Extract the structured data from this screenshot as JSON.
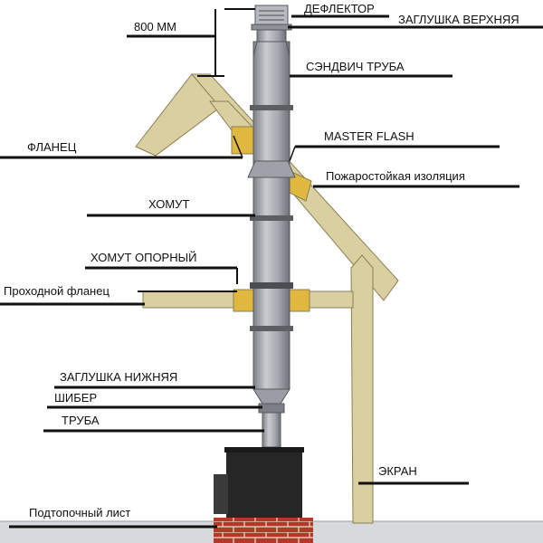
{
  "labels": {
    "mm800": "800 ММ",
    "deflector": "ДЕФЛЕКТОР",
    "cap_top": "ЗАГЛУШКА ВЕРХНЯЯ",
    "sandwich": "СЭНДВИЧ ТРУБА",
    "master_flash": "MASTER FLASH",
    "flange": "ФЛАНЕЦ",
    "fire_insulation": "Пожаростойкая изоляция",
    "clamp": "ХОМУТ",
    "support_clamp": "ХОМУТ ОПОРНЫЙ",
    "pass_flange": "Проходной фланец",
    "cap_bottom": "ЗАГЛУШКА НИЖНЯЯ",
    "damper": "ШИБЕР",
    "pipe": "ТРУБА",
    "screen": "ЭКРАН",
    "firebox_sheet": "Подтопочный лист"
  },
  "colors": {
    "wood": "#d9cfa0",
    "wood_edge": "#8a7f52",
    "pipe": "#a9adb3",
    "pipe_dark": "#6f7379",
    "insulation": "#e0b840",
    "stove": "#262626",
    "brick": "#b03a26",
    "floor": "#d7d9dc"
  }
}
